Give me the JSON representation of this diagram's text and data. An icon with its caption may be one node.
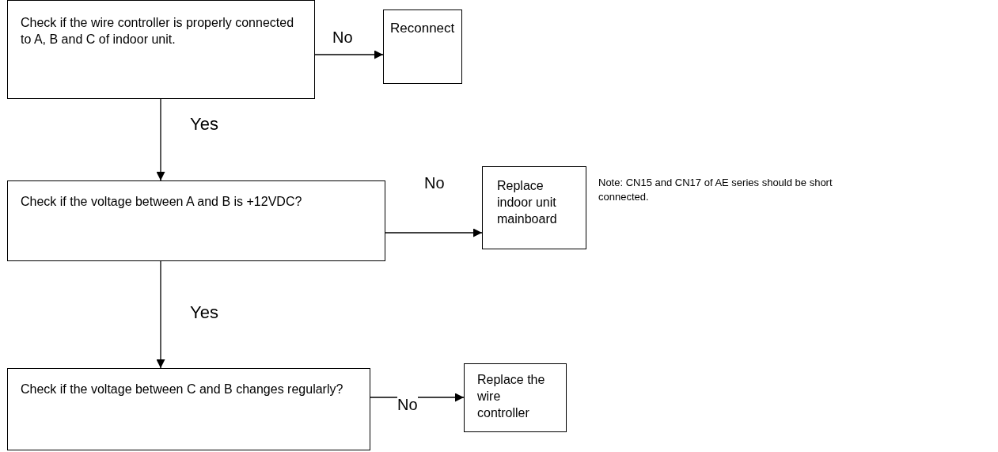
{
  "diagram": {
    "nodes": [
      {
        "text": [
          "Check if the wire controller is properly connected to A, B and C of indoor unit."
        ]
      },
      {
        "text": [
          "Reconnect"
        ]
      },
      {
        "text": [
          "Check if the voltage between A and B is +12VDC?"
        ]
      },
      {
        "text": [
          "Replace indoor unit mainboard"
        ],
        "beside": [
          "Note: CN15 and CN17 of AE series should be short connected."
        ]
      },
      {
        "text": [
          "Check if the voltage between C and B changes regularly?"
        ]
      },
      {
        "text": [
          "Replace the wire controller"
        ]
      }
    ],
    "edges": [
      {
        "from": 0,
        "to": 1,
        "arrow": "to",
        "label": "No"
      },
      {
        "from": 0,
        "to": 2,
        "arrow": "to",
        "label": "Yes"
      },
      {
        "from": 2,
        "to": 3,
        "arrow": "to",
        "label": "No"
      },
      {
        "from": 2,
        "to": 4,
        "arrow": "to",
        "label": "Yes"
      },
      {
        "from": 4,
        "to": 5,
        "arrow": "to",
        "label": "No"
      }
    ]
  }
}
